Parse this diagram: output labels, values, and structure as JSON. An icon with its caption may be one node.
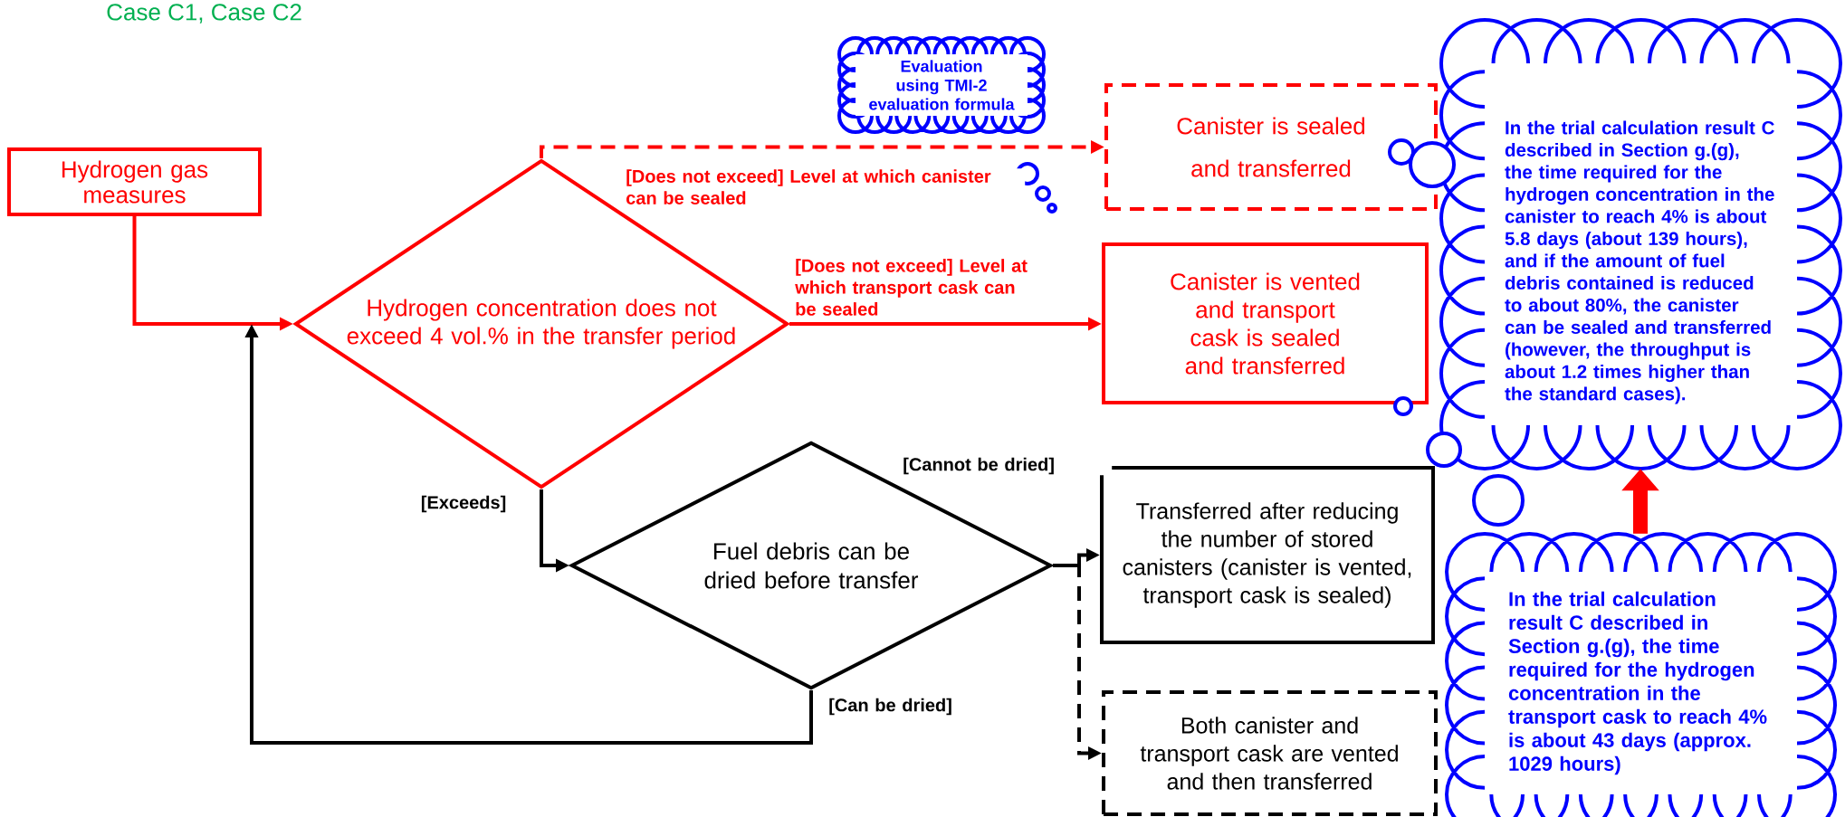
{
  "diagram": {
    "title": "Case C1, Case C2",
    "nodes": [
      {
        "text": [
          "Hydrogen gas measures"
        ]
      },
      {
        "text": [
          "Hydrogen concentration does not exceed 4 vol.% in the transfer period"
        ]
      },
      {
        "text": [
          "Evaluation using TMI-2 evaluation formula"
        ]
      },
      {
        "text": [
          "Canister is sealed and transferred"
        ]
      },
      {
        "text": [
          "In the trial calculation result C described in Section g.(g), the time required for the hydrogen concentration in the canister to reach 4% is about 5.8 days (about 139 hours), and if the amount of fuel debris contained is reduced to about 80%, the canister can be sealed and transferred (however, the throughput is about 1.2 times higher than the standard cases)."
        ]
      },
      {
        "text": [
          "Canister is vented and transport cask is sealed and transferred"
        ]
      },
      {
        "text": [
          "Fuel debris can be dried before transfer"
        ]
      },
      {
        "text": [
          "Transferred after reducing the number of stored canisters (canister is vented, transport cask is sealed)"
        ]
      },
      {
        "text": [
          "In the trial calculation result C described in Section g.(g), the time required for the hydrogen concentration in the transport cask to reach 4% is about 43 days (approx. 1029 hours)"
        ]
      },
      {
        "text": [
          "Both canister and transport cask are vented and then transferred"
        ]
      }
    ],
    "edges": [
      {
        "from": 0,
        "to": 1,
        "arrow": "to",
        "color": "#ff0000"
      },
      {
        "from": 1,
        "to": 3,
        "arrow": "to",
        "style": "dashed",
        "color": "#ff0000",
        "label": "[Does not exceed] Level at which canister can be sealed"
      },
      {
        "from": 1,
        "to": 5,
        "arrow": "to",
        "color": "#ff0000",
        "label": "[Does not exceed] Level at which transport cask can be sealed"
      },
      {
        "from": 1,
        "to": 6,
        "arrow": "to",
        "color": "#000000",
        "label": "[Exceeds]"
      },
      {
        "from": 6,
        "to": 7,
        "arrow": "to",
        "color": "#000000",
        "label": "[Cannot be dried]"
      },
      {
        "from": 6,
        "to": 9,
        "arrow": "to",
        "style": "dashed",
        "color": "#000000"
      },
      {
        "from": 6,
        "to": 1,
        "arrow": "to",
        "color": "#000000",
        "label": "[Can be dried]"
      },
      {
        "from": 8,
        "to": 4,
        "arrow": "to",
        "style": "thick",
        "color": "#ff0000"
      }
    ]
  }
}
